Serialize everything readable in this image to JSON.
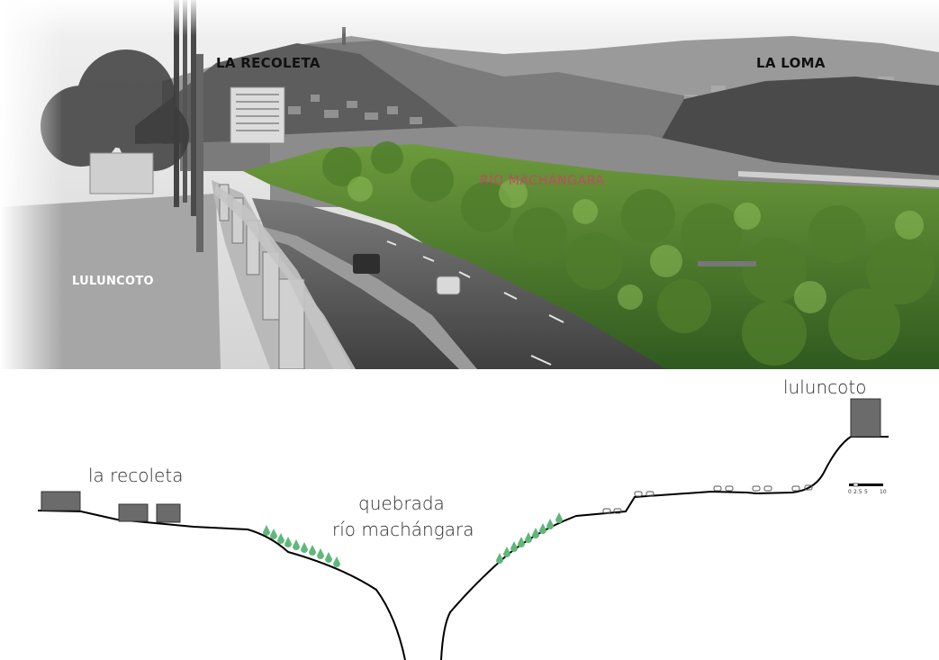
{
  "photo": {
    "labels": {
      "la_recoleta": "LA RECOLETA",
      "la_loma": "LA LOMA",
      "luluncoto": "LULUNCOTO",
      "rio_machangara": "RÍO MACHÁNGARA"
    }
  },
  "section": {
    "labels": {
      "la_recoleta": "la recoleta",
      "quebrada": "quebrada",
      "rio_machangara": "río machángara",
      "luluncoto": "luluncoto"
    },
    "scale": {
      "ticks": [
        "0",
        "2.5",
        "5",
        "10"
      ]
    }
  },
  "colors": {
    "vegetation": "#5fb87a",
    "building": "#6b6b6b",
    "river_label": "#c24a63",
    "profile_line": "#000000"
  }
}
